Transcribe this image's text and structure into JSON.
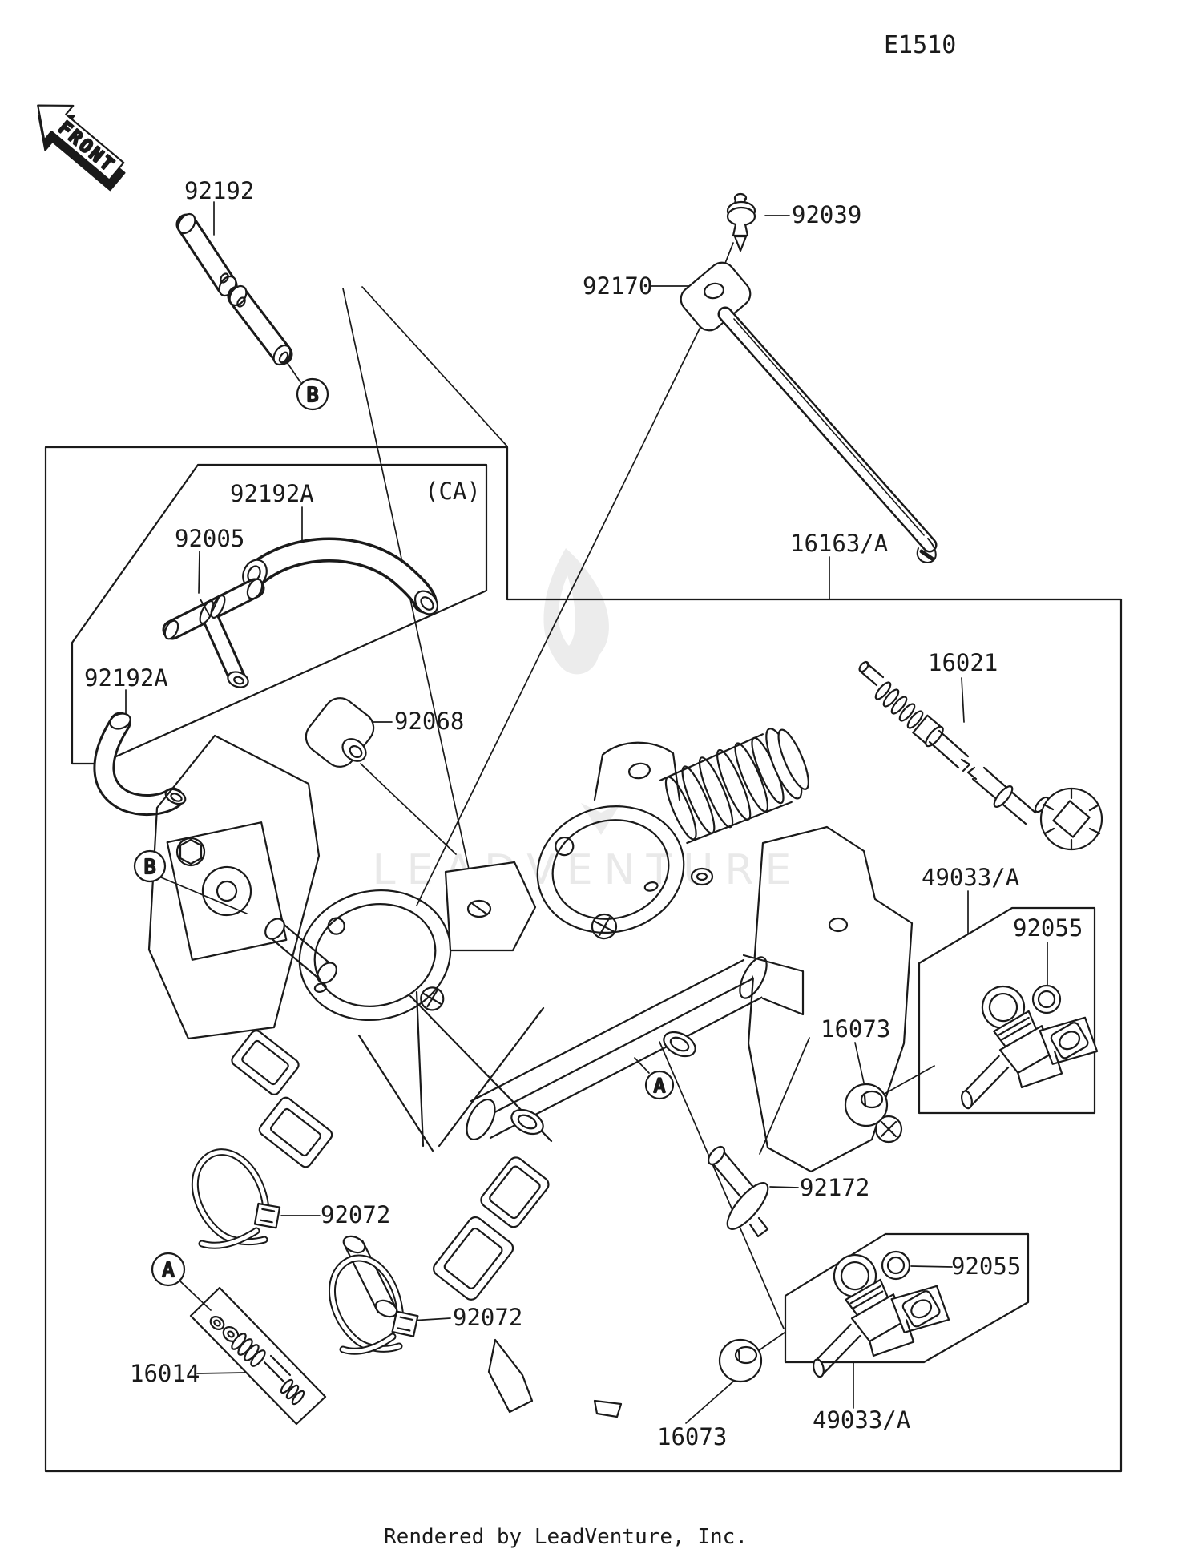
{
  "page": {
    "code": "E1510",
    "front": "FRONT",
    "ca_note": "(CA)",
    "watermark": "LEADVENTURE",
    "footer": "Rendered by LeadVenture, Inc."
  },
  "callouts": {
    "a": "A",
    "b": "B"
  },
  "labels": {
    "l92192": {
      "text": "92192"
    },
    "l92039": {
      "text": "92039"
    },
    "l92170": {
      "text": "92170"
    },
    "l16163": {
      "text": "16163/A"
    },
    "l92192a_top": {
      "text": "92192A"
    },
    "l92005": {
      "text": "92005"
    },
    "l92192a_left": {
      "text": "92192A"
    },
    "l92068": {
      "text": "92068"
    },
    "l16021": {
      "text": "16021"
    },
    "l49033_1": {
      "text": "49033/A"
    },
    "l92055_1": {
      "text": "92055"
    },
    "l16073_1": {
      "text": "16073"
    },
    "l92172": {
      "text": "92172"
    },
    "l92072_1": {
      "text": "92072"
    },
    "l16014": {
      "text": "16014"
    },
    "l92072_2": {
      "text": "92072"
    },
    "l92055_2": {
      "text": "92055"
    },
    "l49033_2": {
      "text": "49033/A"
    },
    "l16073_2": {
      "text": "16073"
    }
  },
  "colors": {
    "ink": "#1a1a1a",
    "watermark": "#e9e9e9",
    "background": "#ffffff"
  }
}
